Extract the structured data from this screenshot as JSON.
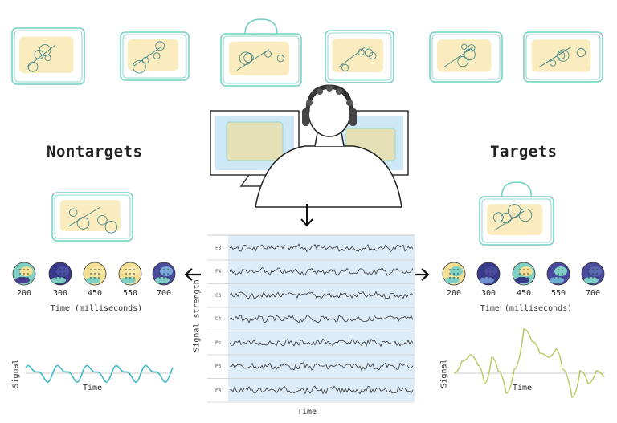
{
  "labels": {
    "nontargets": "Nontargets",
    "targets": "Targets"
  },
  "eeg_panel": {
    "channels": [
      "F3",
      "F4",
      "C3",
      "C4",
      "Pz",
      "P3",
      "P4"
    ],
    "ylabel": "Signal strength",
    "xlabel": "Time"
  },
  "nontargets_panel": {
    "times": [
      "200",
      "300",
      "450",
      "550",
      "700"
    ],
    "time_axis_label": "Time (milliseconds)",
    "signal_ylabel": "Signal",
    "signal_xlabel": "Time"
  },
  "targets_panel": {
    "times": [
      "200",
      "300",
      "450",
      "550",
      "700"
    ],
    "time_axis_label": "Time (milliseconds)",
    "signal_ylabel": "Signal",
    "signal_xlabel": "Time"
  },
  "colors": {
    "outline": "#6fd0c4",
    "fill": "#f5dc8a",
    "eeg_bg": "#dcecf8",
    "nontarget_wave": "#3fb8c8",
    "target_wave": "#b8cc6a"
  }
}
